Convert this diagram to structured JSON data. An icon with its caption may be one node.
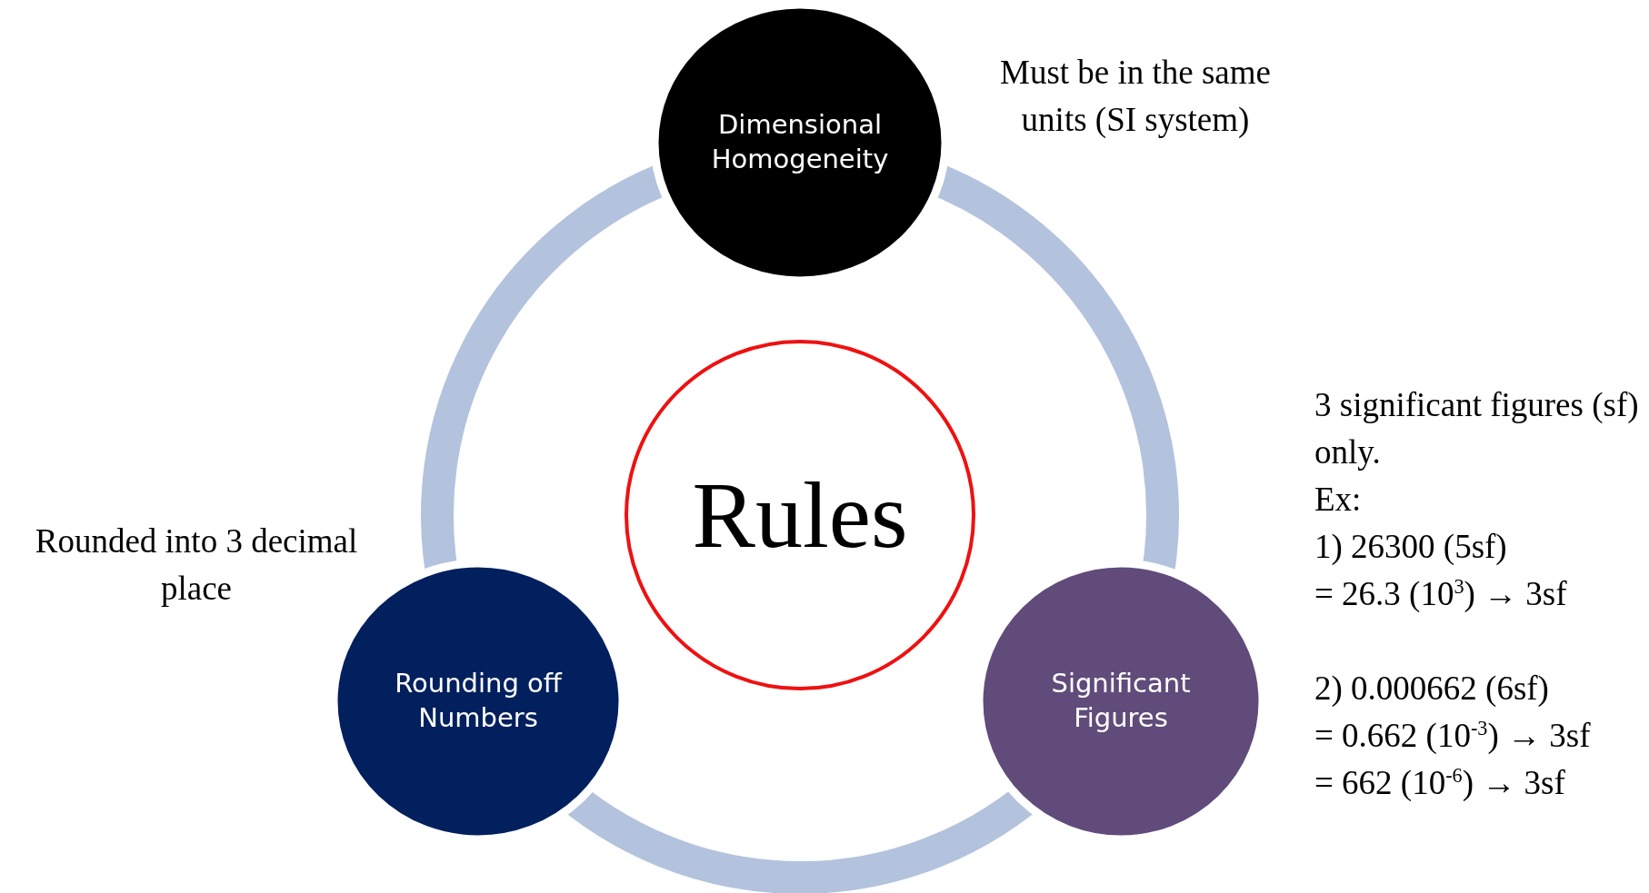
{
  "diagram": {
    "nodes": [
      {
        "text": [
          "Dimensional Homogeneity"
        ],
        "beside": [
          "Must be in the same units (SI system)"
        ]
      },
      {
        "text": [
          "Rules"
        ]
      },
      {
        "text": [
          "Rounding off Numbers"
        ],
        "beside": [
          "Rounded into 3 decimal place"
        ]
      },
      {
        "text": [
          "Significant Figures"
        ],
        "beside": [
          "3 significant figures (sf) only.",
          "Ex:",
          "1) 26300 (5sf)",
          "= 26.3 (10$^{3}$) → 3sf",
          "2) 0.000662 (6sf)",
          "= 0.662 (10$^{-3}$) → 3sf",
          "= 662 (10$^{-6}$) → 3sf"
        ]
      }
    ],
    "edges": [
      {
        "from": 0,
        "to": 3,
        "arrow": "none"
      },
      {
        "from": 3,
        "to": 2,
        "arrow": "none"
      },
      {
        "from": 2,
        "to": 0,
        "arrow": "none"
      }
    ]
  }
}
